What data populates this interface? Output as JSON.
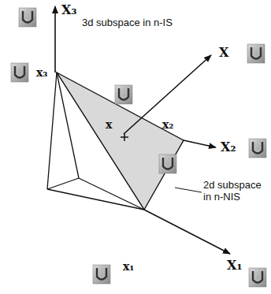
{
  "diagram": {
    "labels": [
      "X₃",
      "3d subspace in n-IS",
      "x₃",
      "X",
      "x",
      "x₂",
      "X₂",
      "2d subspace in n-NIS",
      "x₁",
      "X₁"
    ]
  }
}
